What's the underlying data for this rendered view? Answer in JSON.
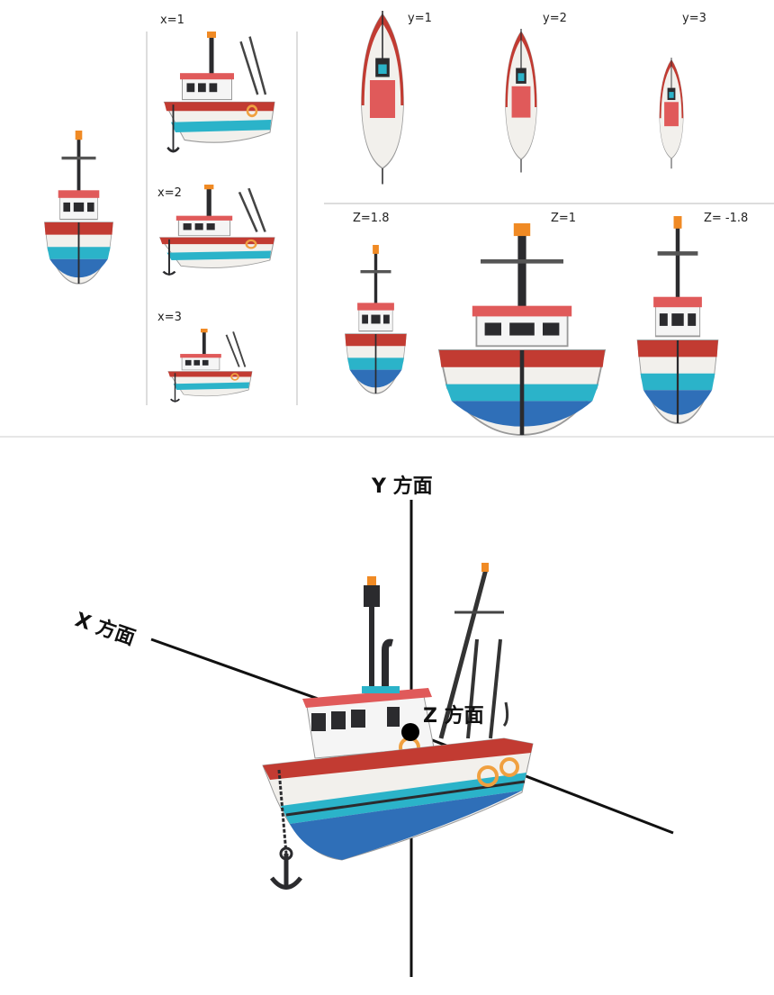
{
  "top_panel": {
    "x_labels": [
      "x=1",
      "x=2",
      "x=3"
    ],
    "y_labels": [
      "y=1",
      "y=2",
      "y=3"
    ],
    "z_labels": [
      "Z=1.8",
      "Z=1",
      "Z= -1.8"
    ]
  },
  "axes": {
    "y_label": "Y 方面",
    "x_label": "X 方面",
    "z_label": "Z 方面"
  },
  "colors": {
    "hull_red": "#c23b32",
    "hull_white": "#f2f0ec",
    "hull_teal": "#2bb3c9",
    "hull_blue": "#2f6fb8",
    "cabin_roof": "#e05a5a",
    "cabin_white": "#f5f5f5",
    "dark": "#2b2b2e",
    "beacon": "#f08a24",
    "life_ring": "#f0a040"
  }
}
